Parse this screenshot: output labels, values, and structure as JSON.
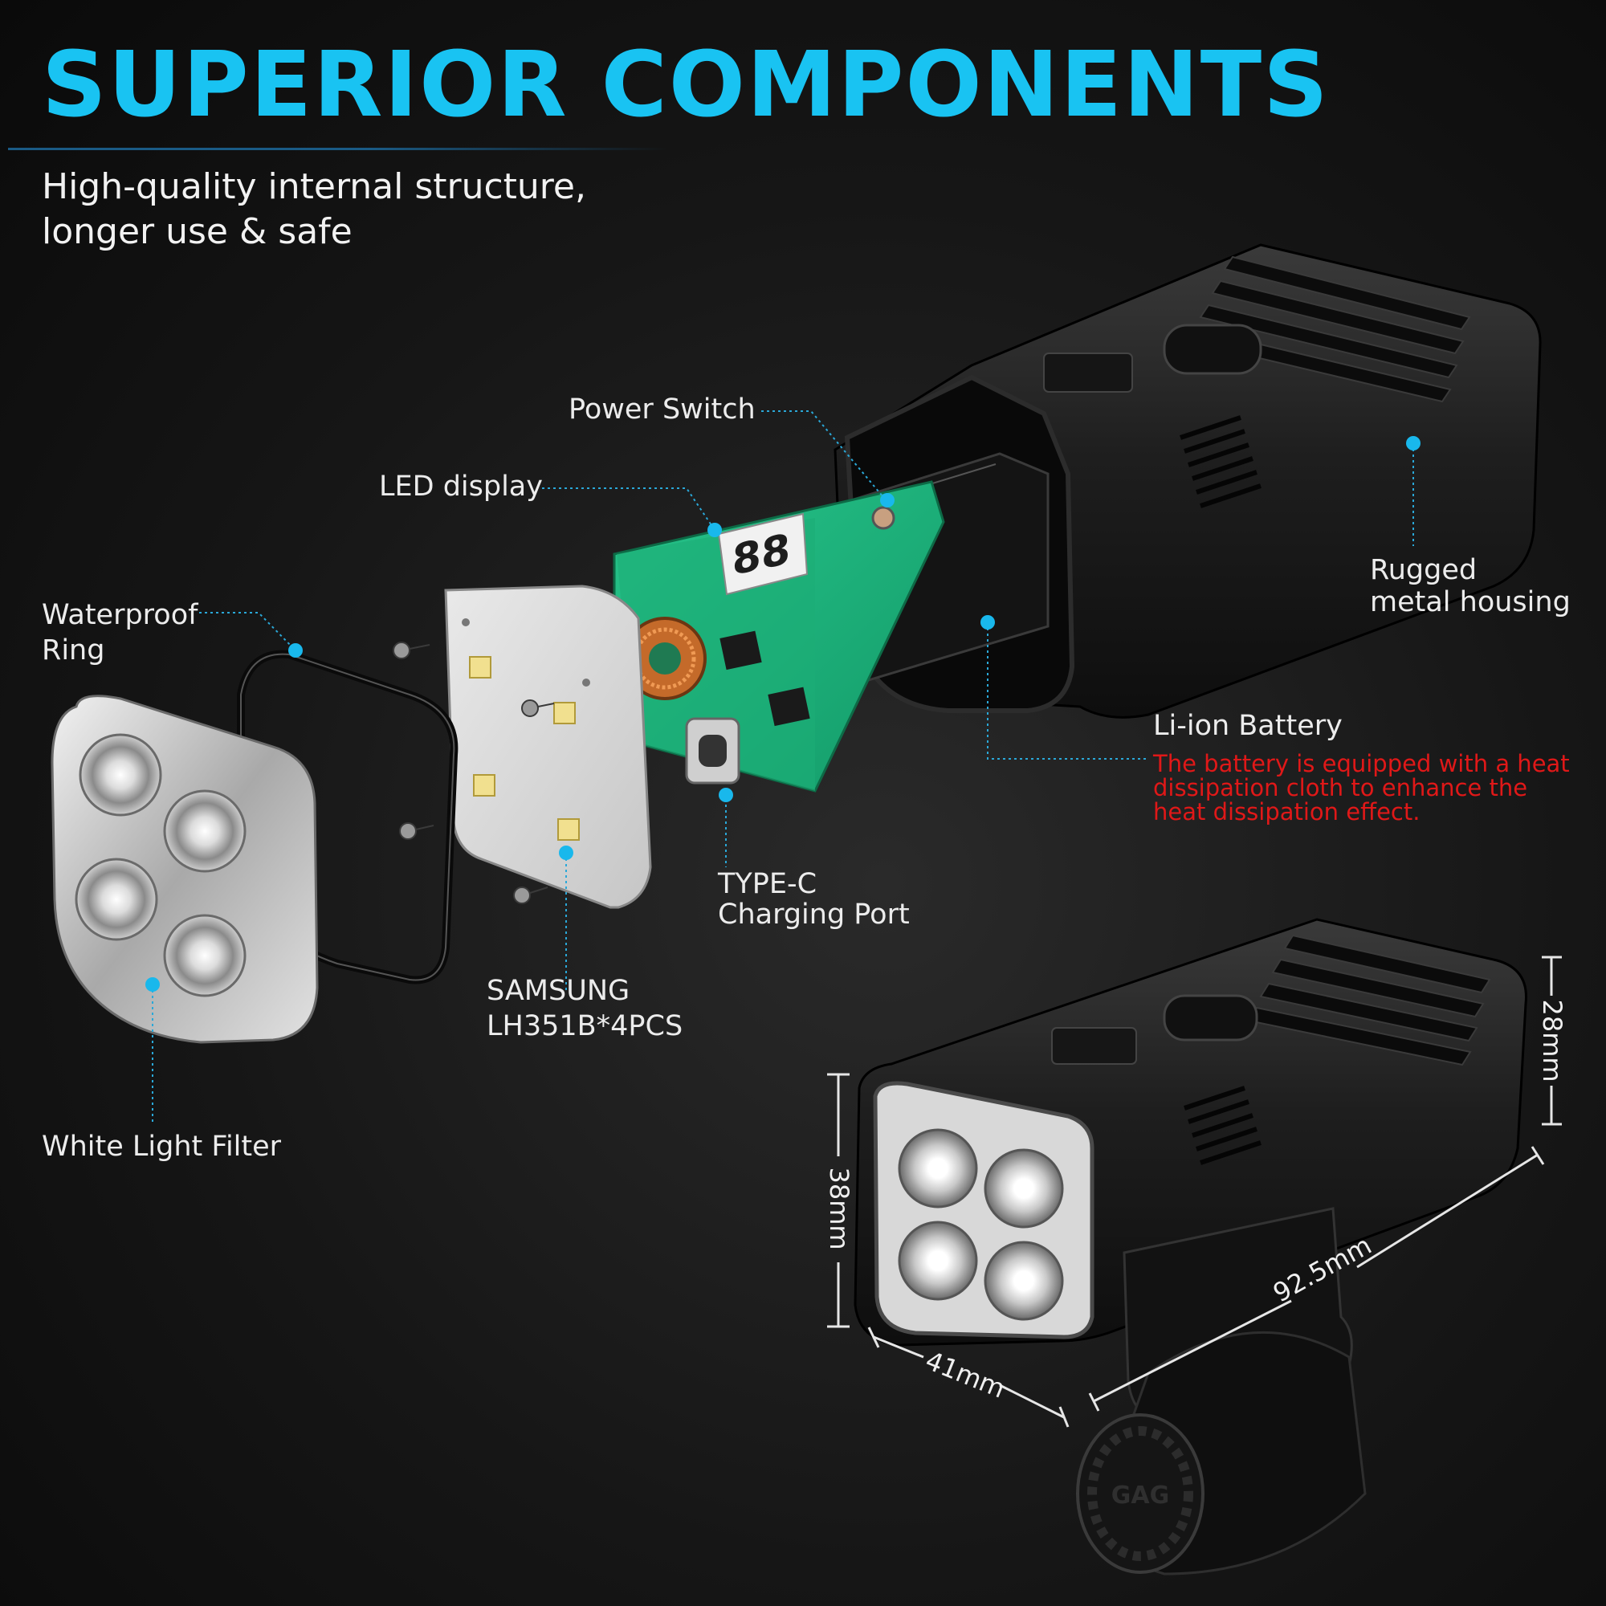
{
  "header": {
    "title": "SUPERIOR COMPONENTS",
    "subtitle_lines": [
      "High-quality internal structure,",
      "longer use & safe"
    ]
  },
  "callouts": {
    "power_switch": "Power Switch",
    "led_display": "LED display",
    "waterproof_ring_lines": [
      "Waterproof",
      "Ring"
    ],
    "housing_lines": [
      "Rugged",
      "metal housing"
    ],
    "battery_title": "Li-ion Battery",
    "battery_note_lines": [
      "The battery is equipped with a heat",
      "dissipation cloth to enhance the",
      "heat dissipation effect."
    ],
    "type_c_lines": [
      "TYPE-C",
      "Charging Port"
    ],
    "led_chip_lines": [
      "SAMSUNG",
      "LH351B*4PCS"
    ],
    "filter": "White Light Filter"
  },
  "dimensions": {
    "height_rear": "28mm",
    "height_front": "38mm",
    "length": "92.5mm",
    "width": "41mm"
  },
  "product": {
    "display_digits": "88",
    "mount_logo": "GAG"
  },
  "colors": {
    "accent": "#19c3f2",
    "callout_dot": "#19b8ec",
    "warning_text": "#e01818",
    "pcb_green": "#1fb67e",
    "housing": "#1c1c1c"
  }
}
